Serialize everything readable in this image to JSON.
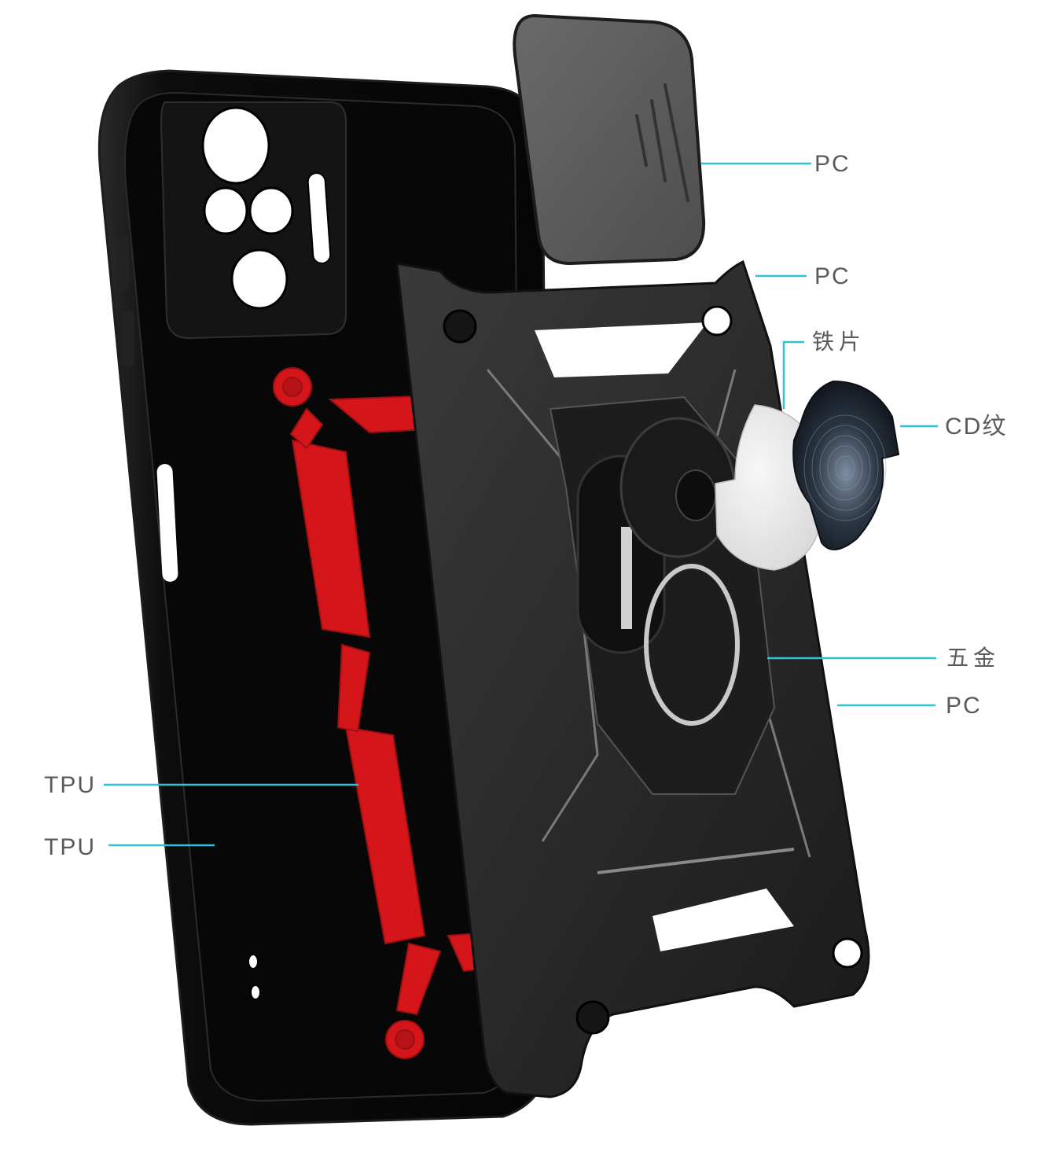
{
  "diagram": {
    "type": "exploded-view product callout diagram",
    "subject": "Phone case with camera slider and ring holder",
    "accent_color": "#2cc3d6",
    "label_color": "#5a5a5a",
    "component_colors": {
      "case_body": "#111111",
      "tpu_accent": "#d4161b",
      "camera_slider": "#5e5e5e",
      "bracket_frame": "#2a2a2a",
      "iron_plate": "#ececec",
      "cd_disc": "#1b2430"
    }
  },
  "callouts": [
    {
      "id": "camera-slider",
      "text": "PC"
    },
    {
      "id": "bracket-top",
      "text": "PC"
    },
    {
      "id": "iron-plate",
      "text": "铁片"
    },
    {
      "id": "cd-pattern",
      "text": "CD纹"
    },
    {
      "id": "hardware",
      "text": "五金"
    },
    {
      "id": "bracket-frame",
      "text": "PC"
    },
    {
      "id": "inner-tpu",
      "text": "TPU"
    },
    {
      "id": "outer-tpu",
      "text": "TPU"
    }
  ]
}
